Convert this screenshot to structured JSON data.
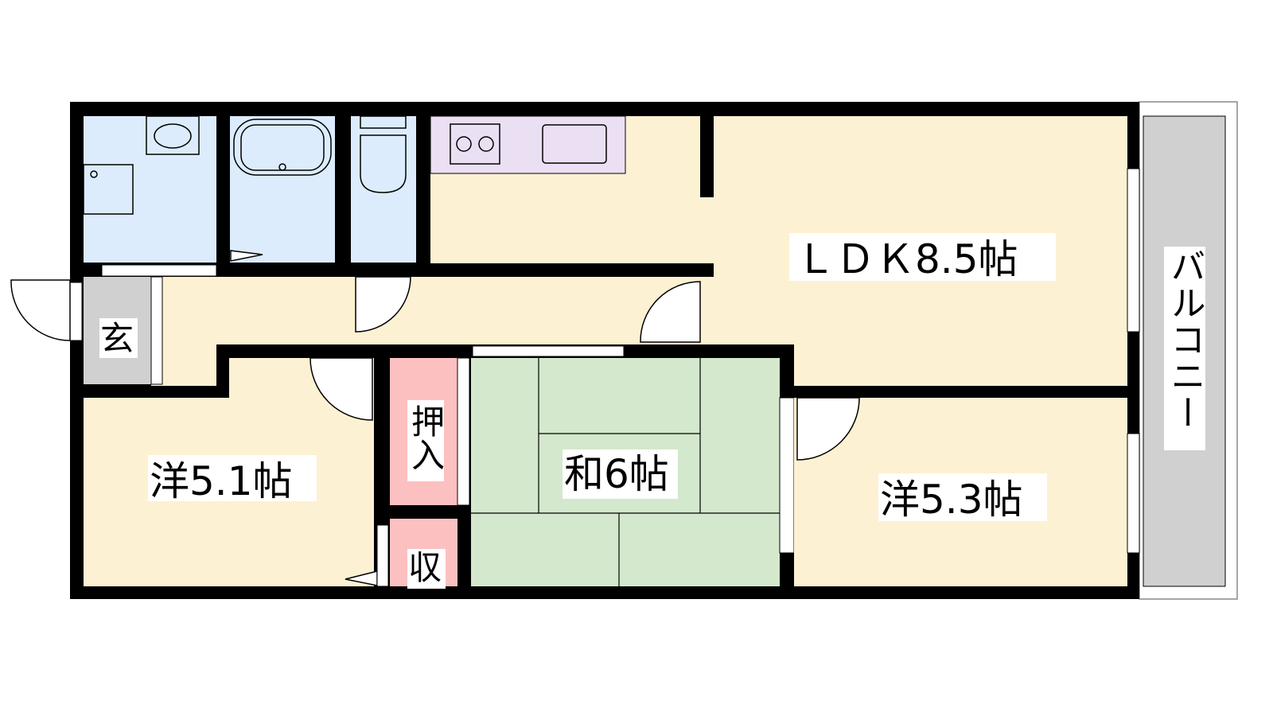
{
  "colors": {
    "wall": "#000000",
    "wet_area": "#dcecfd",
    "living": "#fdf1d3",
    "kitchen_counter": "#ebdff3",
    "entrance": "#d0d0d0",
    "storage": "#fdc0c0",
    "tatami": "#d3e8cc",
    "balcony": "#d0d0d0"
  },
  "rooms": {
    "ldk": "ＬＤＫ8.5帖",
    "western_left": "洋5.1帖",
    "japanese": "和6帖",
    "western_right": "洋5.3帖",
    "entrance": "玄",
    "closet": "押入",
    "storage": "収",
    "balcony": "バルコニー"
  }
}
